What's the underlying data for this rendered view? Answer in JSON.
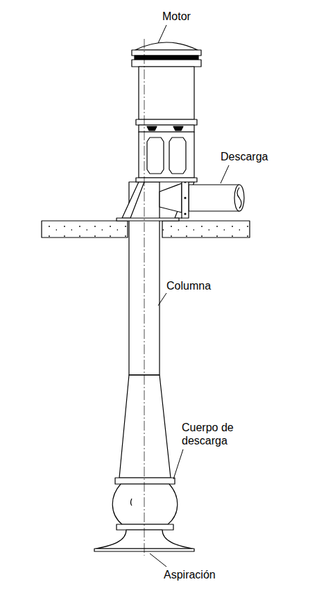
{
  "diagram": {
    "labels": [
      "Motor",
      "Descarga",
      "Columna",
      "Cuerpo de descarga",
      "Aspiración"
    ]
  }
}
